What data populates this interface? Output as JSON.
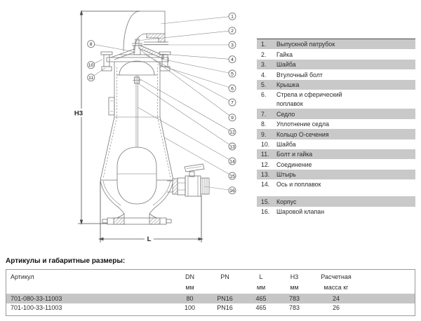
{
  "diagram": {
    "h3_label": "H3",
    "l_label": "L",
    "callouts_right": [
      "1",
      "2",
      "3",
      "4",
      "5",
      "6",
      "7",
      "9",
      "12",
      "13",
      "14",
      "15",
      "16"
    ],
    "callouts_left": [
      "8",
      "10",
      "11"
    ]
  },
  "parts_list": {
    "items": [
      {
        "num": "1.",
        "label": "Выпускной патрубок"
      },
      {
        "num": "2.",
        "label": "Гайка"
      },
      {
        "num": "3.",
        "label": "Шайба"
      },
      {
        "num": "4.",
        "label": "Втулочный болт"
      },
      {
        "num": "5.",
        "label": "Крышка"
      },
      {
        "num": "6.",
        "label": "Стрела и сферический\nпоплавок"
      },
      {
        "num": "7.",
        "label": "Седло"
      },
      {
        "num": "8.",
        "label": "Уплотнение седла"
      },
      {
        "num": "9.",
        "label": "Кольцо О-сечения"
      },
      {
        "num": "10.",
        "label": "Шайба"
      },
      {
        "num": "11.",
        "label": "Болт и гайка"
      },
      {
        "num": "12.",
        "label": "Соединение"
      },
      {
        "num": "13.",
        "label": "Штырь"
      },
      {
        "num": "14.",
        "label": "Ось и поплавок"
      },
      {
        "num": "15.",
        "label": "Корпус"
      },
      {
        "num": "16.",
        "label": "Шаровой клапан"
      }
    ]
  },
  "specs": {
    "title": "Артикулы и габаритные размеры:",
    "col_headers": [
      "Артикул",
      "DN",
      "PN",
      "L",
      "H3",
      "Расчетная"
    ],
    "col_units": [
      "",
      "мм",
      "",
      "мм",
      "мм",
      "масса кг"
    ],
    "rows": [
      [
        "701-080-33-11003",
        "80",
        "PN16",
        "465",
        "783",
        "24"
      ],
      [
        "701-100-33-11003",
        "100",
        "PN16",
        "465",
        "783",
        "26"
      ]
    ]
  },
  "colors": {
    "drawing_line": "#757575",
    "dimension_line": "#4d4d4d",
    "row_shading": "#c9c9c9",
    "table_row_shading": "#c6c6c6"
  }
}
